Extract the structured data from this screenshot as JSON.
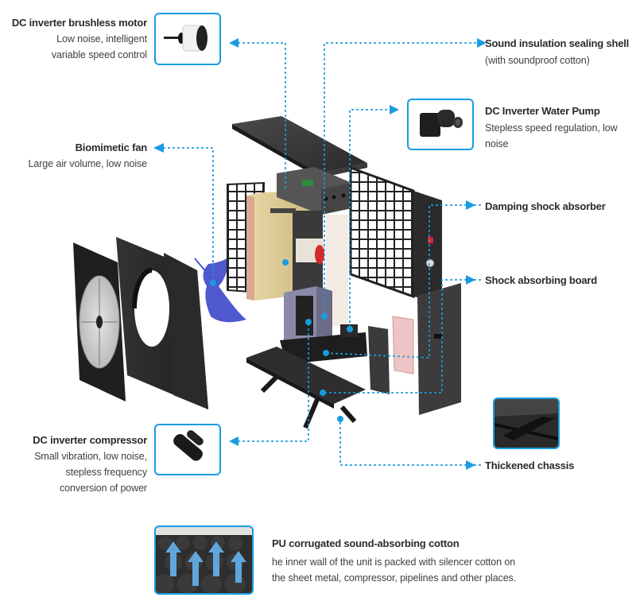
{
  "accent_color": "#1a9be0",
  "callouts": {
    "motor": {
      "title": "DC inverter brushless motor",
      "desc_lines": [
        "Low noise, intelligent",
        "variable speed control"
      ],
      "thumbnail": "brushless-motor-image"
    },
    "fan": {
      "title": "Biomimetic fan",
      "desc_lines": [
        "Large air volume, low noise"
      ]
    },
    "shell": {
      "title": "Sound insulation sealing shell",
      "desc_lines": [
        "(with soundproof cotton)"
      ]
    },
    "pump": {
      "title": "DC Inverter Water Pump",
      "desc_lines": [
        "Stepless speed regulation, low",
        "noise"
      ],
      "thumbnail": "water-pump-image"
    },
    "damper": {
      "title": "Damping shock absorber"
    },
    "board": {
      "title": "Shock absorbing board"
    },
    "compressor": {
      "title": "DC inverter compressor",
      "desc_lines": [
        "Small vibration, low noise,",
        "stepless frequency",
        "conversion of power"
      ],
      "thumbnail": "compressor-image"
    },
    "chassis": {
      "title": "Thickened chassis",
      "thumbnail": "chassis-detail-image"
    },
    "cotton": {
      "title": "PU corrugated sound-absorbing cotton",
      "desc_lines": [
        "he inner wall of the unit is packed with silencer cotton on",
        "the sheet metal, compressor, pipelines and other places."
      ],
      "thumbnail": "foam-cotton-image"
    }
  }
}
